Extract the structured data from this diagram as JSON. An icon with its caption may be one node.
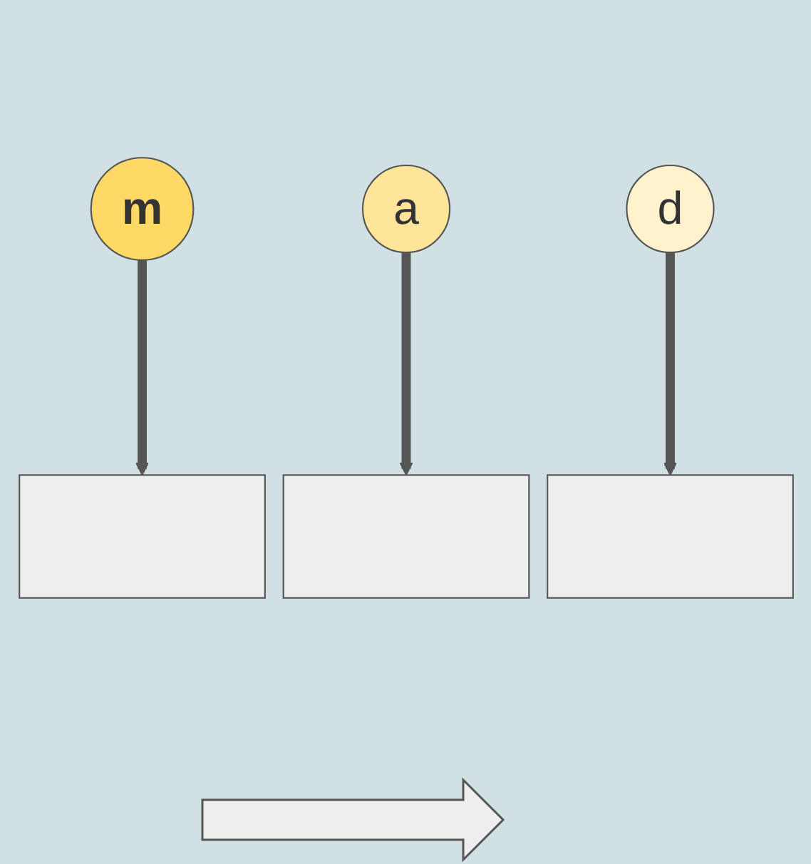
{
  "diagram": {
    "nodes": [
      {
        "text": [
          "m"
        ]
      },
      {
        "text": [
          "a"
        ]
      },
      {
        "text": [
          "d"
        ]
      },
      {
        "text": [],
        "shape": "box"
      },
      {
        "text": [],
        "shape": "box"
      },
      {
        "text": [],
        "shape": "box"
      }
    ],
    "edges": [
      {
        "from": 0,
        "to": 3,
        "arrow": "to"
      },
      {
        "from": 1,
        "to": 4,
        "arrow": "to"
      },
      {
        "from": 2,
        "to": 5,
        "arrow": "to"
      }
    ]
  }
}
